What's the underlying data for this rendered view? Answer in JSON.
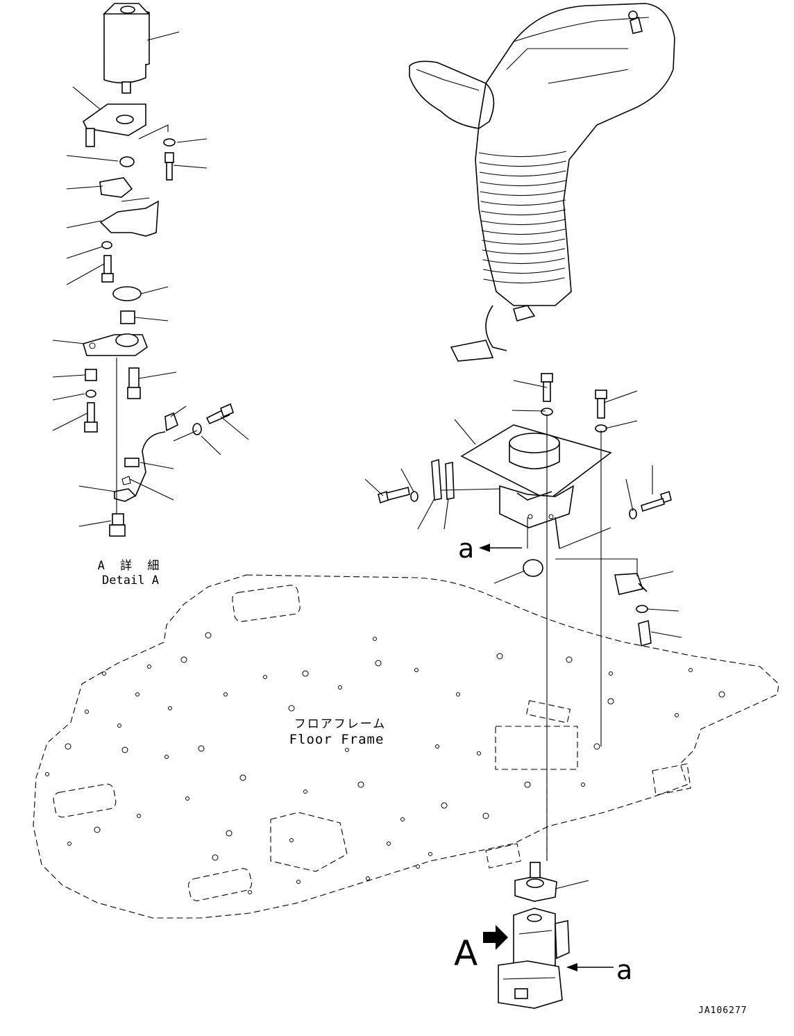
{
  "labels": {
    "detail_jp": "A 詳 細",
    "detail_en": "Detail A",
    "floor_jp": "フロアフレーム",
    "floor_en": "Floor Frame",
    "callout_a_upper": "a",
    "callout_a_lower": "a",
    "callout_A": "A",
    "drawing_number": "JA106277"
  }
}
